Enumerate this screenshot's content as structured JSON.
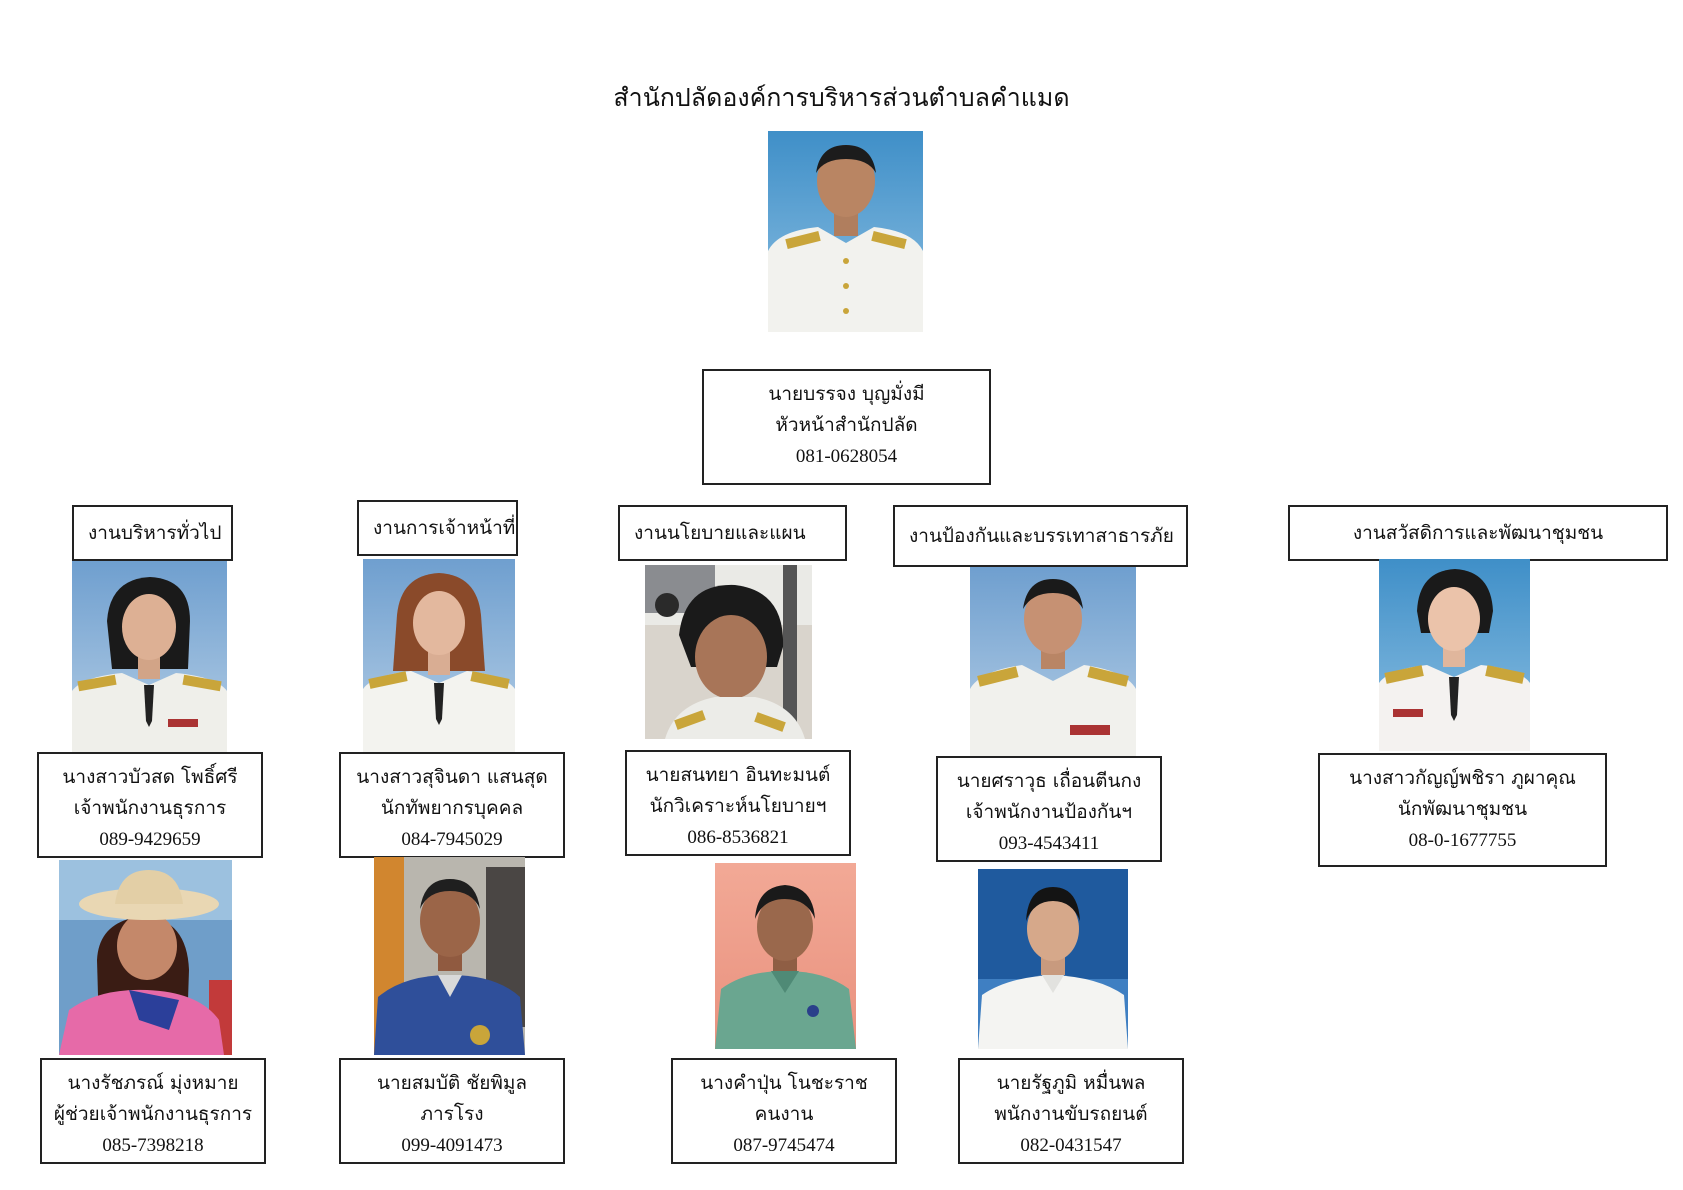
{
  "title": "สำนักปลัดองค์การบริหารส่วนตำบลคำแมด",
  "head": {
    "name": "นายบรรจง  บุญมั่งมี",
    "position": "หัวหน้าสำนักปลัด",
    "phone": "081-0628054"
  },
  "departments": [
    "งานบริหารทั่วไป",
    "งานการเจ้าหน้าที่",
    "งานนโยบายและแผน",
    "งานป้องกันและบรรเทาสาธารภัย",
    "งานสวัสดิการและพัฒนาชุมชน"
  ],
  "staff": [
    {
      "name": "นางสาวบัวสด  โพธิ์ศรี",
      "position": "เจ้าพนักงานธุรการ",
      "phone": "089-9429659"
    },
    {
      "name": "นางสาวสุจินดา  แสนสุด",
      "position": "นักทัพยากรบุคคล",
      "phone": "084-7945029"
    },
    {
      "name": "นายสนทยา  อินทะมนต์",
      "position": "นักวิเคราะห์นโยบายฯ",
      "phone": "086-8536821"
    },
    {
      "name": "นายศราวุธ  เถื่อนตีนกง",
      "position": "เจ้าพนักงานป้องกันฯ",
      "phone": "093-4543411"
    },
    {
      "name": "นางสาวกัญญ์พชิรา  ภูผาคุณ",
      "position": "นักพัฒนาชุมชน",
      "phone": "08-0-1677755"
    },
    {
      "name": "นางรัชภรณ์  มุ่งหมาย",
      "position": "ผู้ช่วยเจ้าพนักงานธุรการ",
      "phone": "085-7398218"
    },
    {
      "name": "นายสมบัติ  ชัยพิมูล",
      "position": "ภารโรง",
      "phone": "099-4091473"
    },
    {
      "name": "นางคำปุ่น  โนชะราช",
      "position": "คนงาน",
      "phone": "087-9745474"
    },
    {
      "name": "นายรัฐภูมิ  หมื่นพล",
      "position": "พนักงานขับรถยนต์",
      "phone": "082-0431547"
    }
  ],
  "colors": {
    "border": "#222222",
    "photo_blue": "#4f93c9",
    "uniform": "#f2f2ee"
  }
}
